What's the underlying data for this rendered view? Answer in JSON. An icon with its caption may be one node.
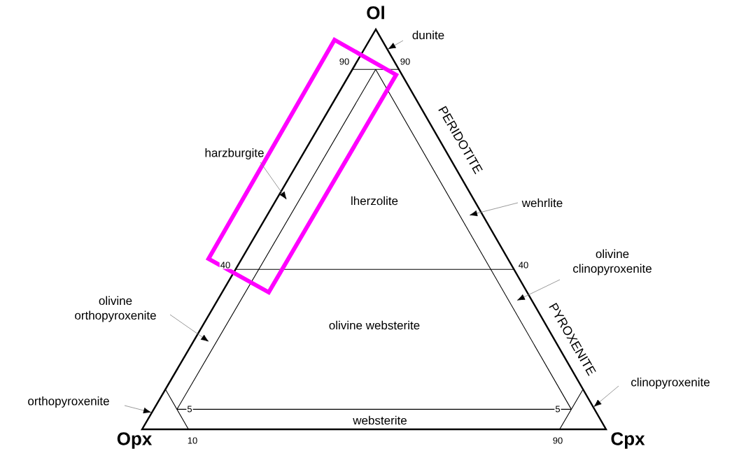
{
  "diagram": {
    "nodes": [
      {
        "text": [
          "dunite"
        ]
      },
      {
        "text": [
          "harzburgite"
        ]
      },
      {
        "text": [
          "wehrlite"
        ]
      },
      {
        "text": [
          "olivine clinopyroxenite"
        ]
      },
      {
        "text": [
          "olivine orthopyroxenite"
        ]
      },
      {
        "text": [
          "orthopyroxenite"
        ]
      },
      {
        "text": [
          "clinopyroxenite"
        ]
      },
      {
        "text": [],
        "shape": "triangle"
      },
      {
        "text": [],
        "shape": "triangle"
      },
      {
        "text": [],
        "shape": "triangle"
      }
    ],
    "edges": [
      {
        "from": 0,
        "to": 7,
        "arrow": "to"
      },
      {
        "from": 1,
        "to": null,
        "arrow": "to"
      },
      {
        "from": 2,
        "to": null,
        "arrow": "to"
      },
      {
        "from": 3,
        "to": null,
        "arrow": "to"
      },
      {
        "from": 4,
        "to": null,
        "arrow": "to"
      },
      {
        "from": 5,
        "to": 8,
        "arrow": "to"
      },
      {
        "from": 6,
        "to": 9,
        "arrow": "to"
      }
    ],
    "labels": [
      "Ol",
      "90",
      "90",
      "PERIDOTITE",
      "lherzolite",
      "40",
      "40",
      "PYROXENITE",
      "olivine websterite",
      "5",
      "5",
      "websterite",
      "Opx",
      "10",
      "90",
      "Cpx"
    ]
  }
}
